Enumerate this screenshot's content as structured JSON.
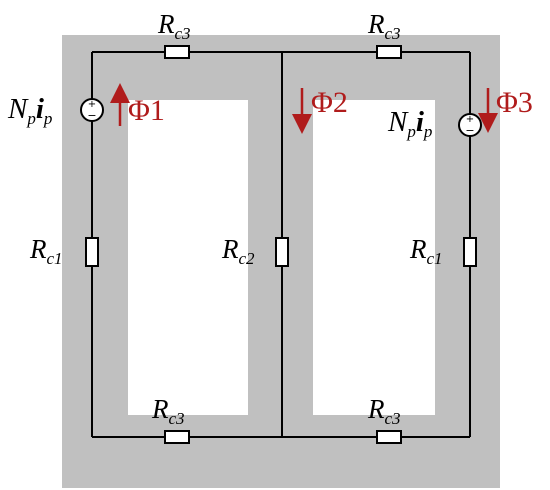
{
  "colors": {
    "core": "#c0c0c0",
    "wire": "#000000",
    "flux_arrow": "#b01c1c",
    "background": "#ffffff"
  },
  "labels": {
    "rc3_top_left": {
      "main": "R",
      "sub": "c3"
    },
    "rc3_top_right": {
      "main": "R",
      "sub": "c3"
    },
    "rc3_bot_left": {
      "main": "R",
      "sub": "c3"
    },
    "rc3_bot_right": {
      "main": "R",
      "sub": "c3"
    },
    "rc1_left": {
      "main": "R",
      "sub": "c1"
    },
    "rc1_right": {
      "main": "R",
      "sub": "c1"
    },
    "rc2_center": {
      "main": "R",
      "sub": "c2"
    },
    "source_left": {
      "n": "N",
      "n_sub": "p",
      "i": "i",
      "i_sub": "p"
    },
    "source_right": {
      "n": "N",
      "n_sub": "p",
      "i": "i",
      "i_sub": "p"
    }
  },
  "flux": {
    "phi1": {
      "text": "Φ1",
      "direction": "up"
    },
    "phi2": {
      "text": "Φ2",
      "direction": "down"
    },
    "phi3": {
      "text": "Φ3",
      "direction": "down"
    }
  },
  "source_symbols": {
    "plus": "+",
    "minus": "−"
  }
}
